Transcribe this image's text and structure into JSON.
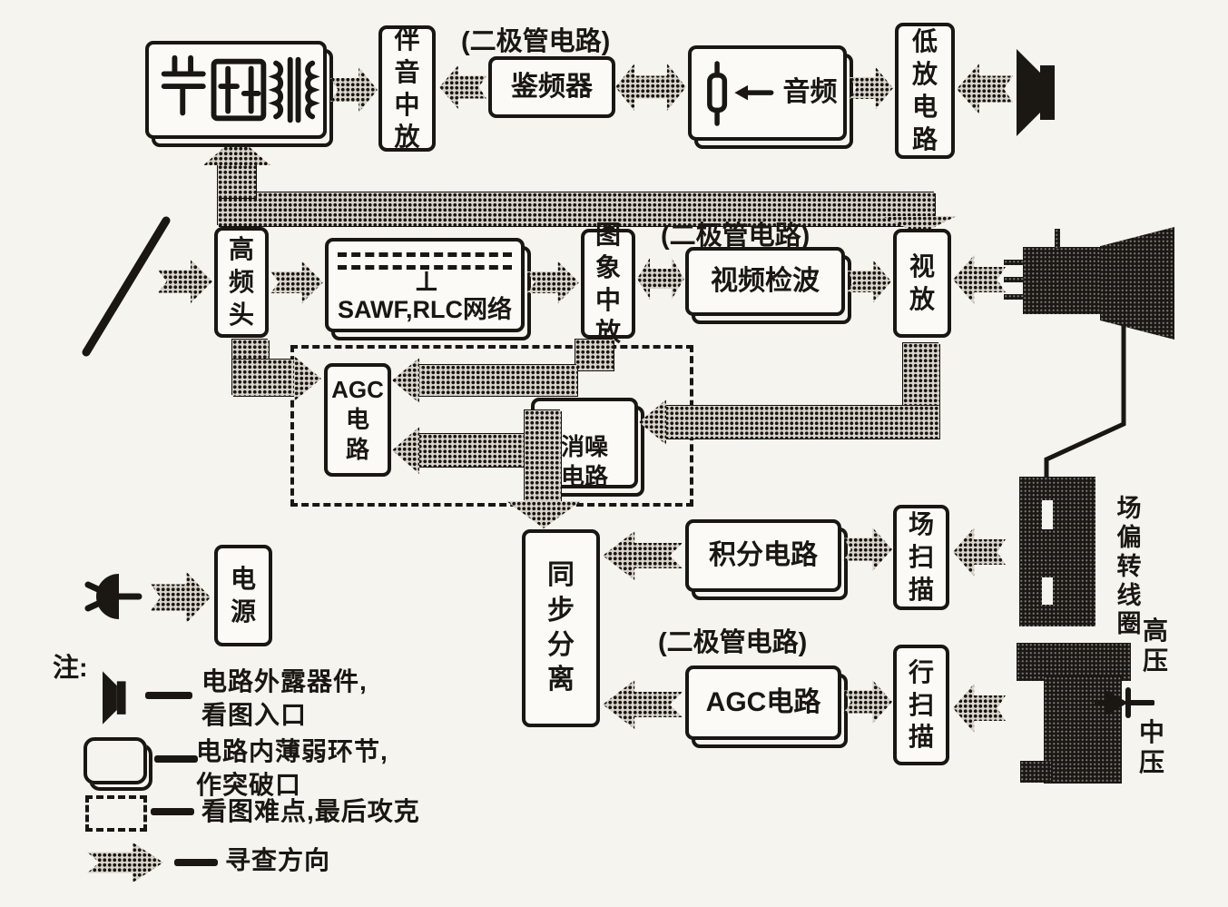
{
  "diode_label": "(二极管电路)",
  "blocks": {
    "sound_if": "伴\n音\n中\n放",
    "discriminator": "鉴频器",
    "audio": "音频",
    "low_amp": "低\n放\n电\n路",
    "tuner": "高\n频\n头",
    "sawf": "SAWF,RLC网络",
    "pic_if": "图\n象\n中\n放",
    "video_detector": "视频检波",
    "video_amp": "视\n放",
    "agc_main": "AGC\n电\n路",
    "noise_canceller": "消噪\n电路",
    "sync_separator": "同\n步\n分\n离",
    "integrator": "积分电路",
    "field_scan": "场\n扫\n描",
    "line_agc": "AGC电路",
    "line_scan": "行\n扫\n描",
    "power": "电\n源"
  },
  "annotations": {
    "deflection_coil": "场\n偏\n转\n线\n圈",
    "high_voltage": "高\n压",
    "mid_voltage": "中\n压",
    "sawf_ground": "⊥"
  },
  "legend": {
    "note": "注:",
    "items": [
      {
        "line1": "电路外露器件,",
        "line2": "看图入口"
      },
      {
        "line1": "电路内薄弱环节,",
        "line2": "作突破口"
      },
      {
        "line1": "看图难点,最后攻克",
        "line2": ""
      },
      {
        "line1": "寻查方向",
        "line2": ""
      }
    ]
  },
  "colors": {
    "ink": "#1a1713",
    "paper": "#f6f4ef"
  }
}
